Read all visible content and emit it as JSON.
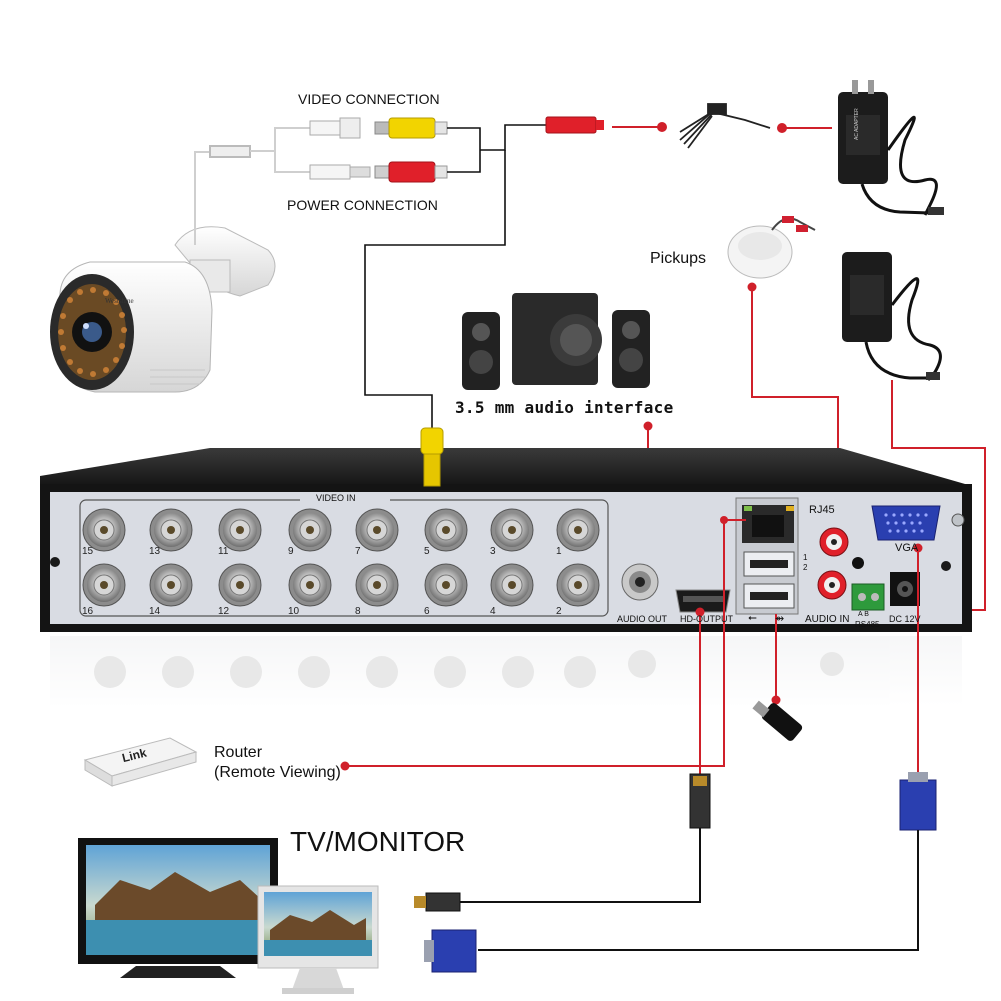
{
  "labels": {
    "video_connection": "VIDEO CONNECTION",
    "power_connection": "POWER CONNECTION",
    "pickups": "Pickups",
    "audio_interface": "3.5 mm audio interface",
    "video_in": "VIDEO IN",
    "audio_out": "AUDIO OUT",
    "hd_output": "HD-OUTPUT",
    "rj45": "RJ45",
    "audio_in": "AUDIO IN",
    "vga": "VGA",
    "rs485": "RS485",
    "rs485_ab": "A  B",
    "dc12v": "DC 12V",
    "usb_num_1": "1",
    "usb_num_2": "2",
    "router_line1": "Router",
    "router_line2": "(Remote Viewing)",
    "tv_monitor": "TV/MONITOR",
    "camera_brand": "Westshine",
    "router_brand": "Link",
    "adapter_text": "AC ADAPTER"
  },
  "channels_top": [
    "15",
    "13",
    "11",
    "9",
    "7",
    "5",
    "3",
    "1"
  ],
  "channels_bottom": [
    "16",
    "14",
    "12",
    "10",
    "8",
    "6",
    "4",
    "2"
  ],
  "colors": {
    "wire_red": "#d0202a",
    "wire_black": "#111111",
    "panel": "#d9dce3",
    "dvr_body": "#1a1a1a",
    "rca_yellow": "#f2d400",
    "rca_red": "#e0202a",
    "vga_blue": "#2a3fb0"
  }
}
